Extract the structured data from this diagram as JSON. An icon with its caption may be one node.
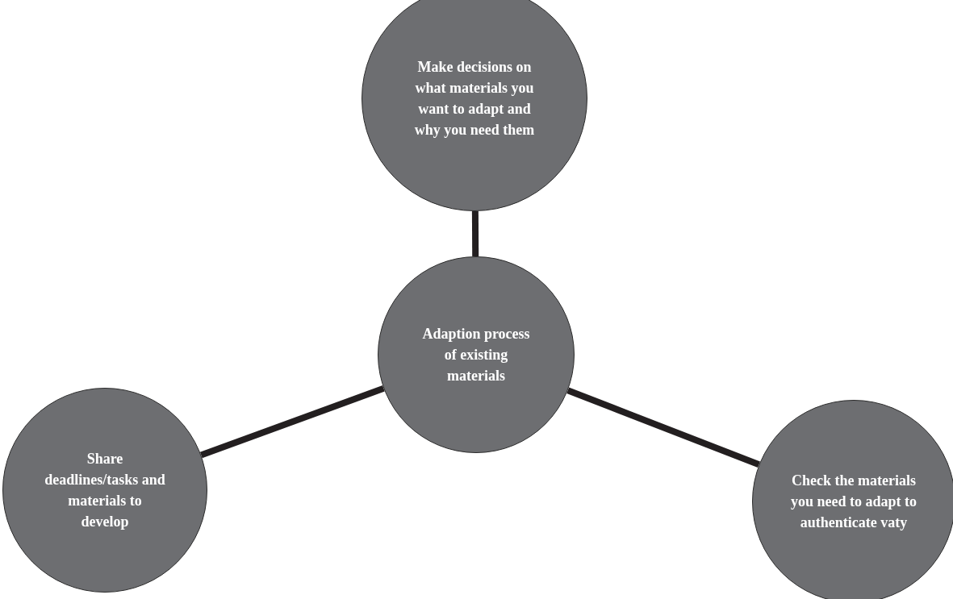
{
  "diagram": {
    "nodes": [
      {
        "text": [
          "Make decisions on what materials you want to adapt and why you need them"
        ]
      },
      {
        "text": [
          "Adaption process of existing materials"
        ]
      },
      {
        "text": [
          "Share deadlines/tasks and materials to develop"
        ]
      },
      {
        "text": [
          "Check the materials you need to adapt to authenticate vaty"
        ]
      }
    ],
    "edges": [
      {
        "from": 1,
        "to": 0,
        "arrow": "none"
      },
      {
        "from": 1,
        "to": 2,
        "arrow": "none"
      },
      {
        "from": 1,
        "to": 3,
        "arrow": "none"
      }
    ]
  }
}
